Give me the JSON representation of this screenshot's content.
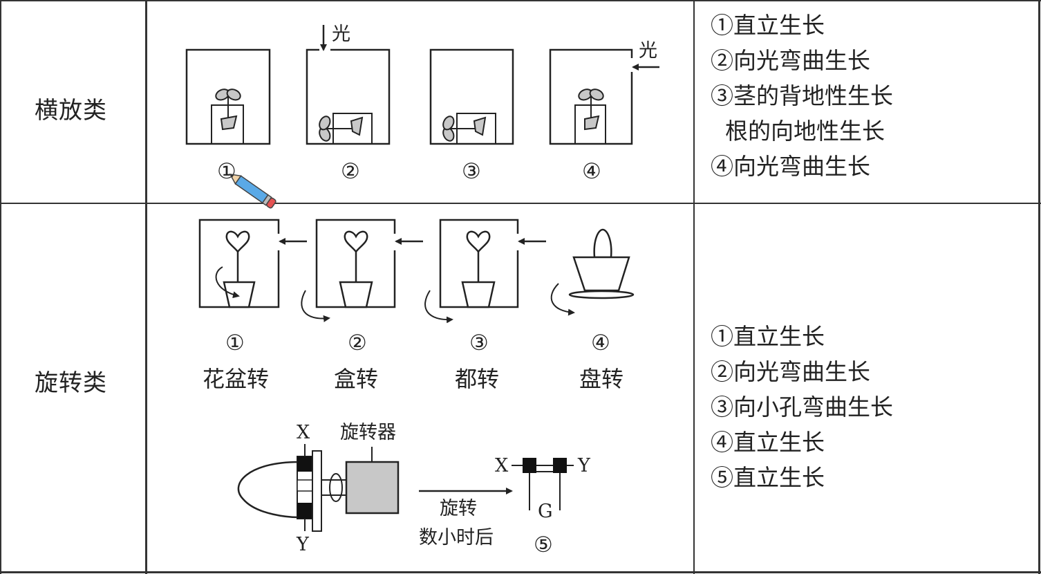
{
  "rows": [
    {
      "category": "横放类",
      "light_labels": [
        "光",
        "光"
      ],
      "figure_numbers": [
        "①",
        "②",
        "③",
        "④"
      ],
      "results": [
        "①直立生长",
        "②向光弯曲生长",
        "③茎的背地性生长",
        "  根的向地性生长",
        "④向光弯曲生长"
      ]
    },
    {
      "category": "旋转类",
      "figure_numbers": [
        "①",
        "②",
        "③",
        "④"
      ],
      "figure_captions": [
        "花盆转",
        "盒转",
        "都转",
        "盘转"
      ],
      "rotator": {
        "x_label": "X",
        "y_label": "Y",
        "device_label": "旋转器",
        "arrow_label_1": "旋转",
        "arrow_label_2": "数小时后",
        "result_x": "X",
        "result_y": "Y",
        "result_g": "G",
        "number": "⑤"
      },
      "results": [
        "①直立生长",
        "②向光弯曲生长",
        "③向小孔弯曲生长",
        "④直立生长",
        "⑤直立生长"
      ]
    }
  ],
  "colors": {
    "gray_fill": "#c8c8c8",
    "lines": "#222222",
    "pencil_body": "#5aa9e6"
  },
  "icons": [
    "pencil-cursor-icon"
  ]
}
